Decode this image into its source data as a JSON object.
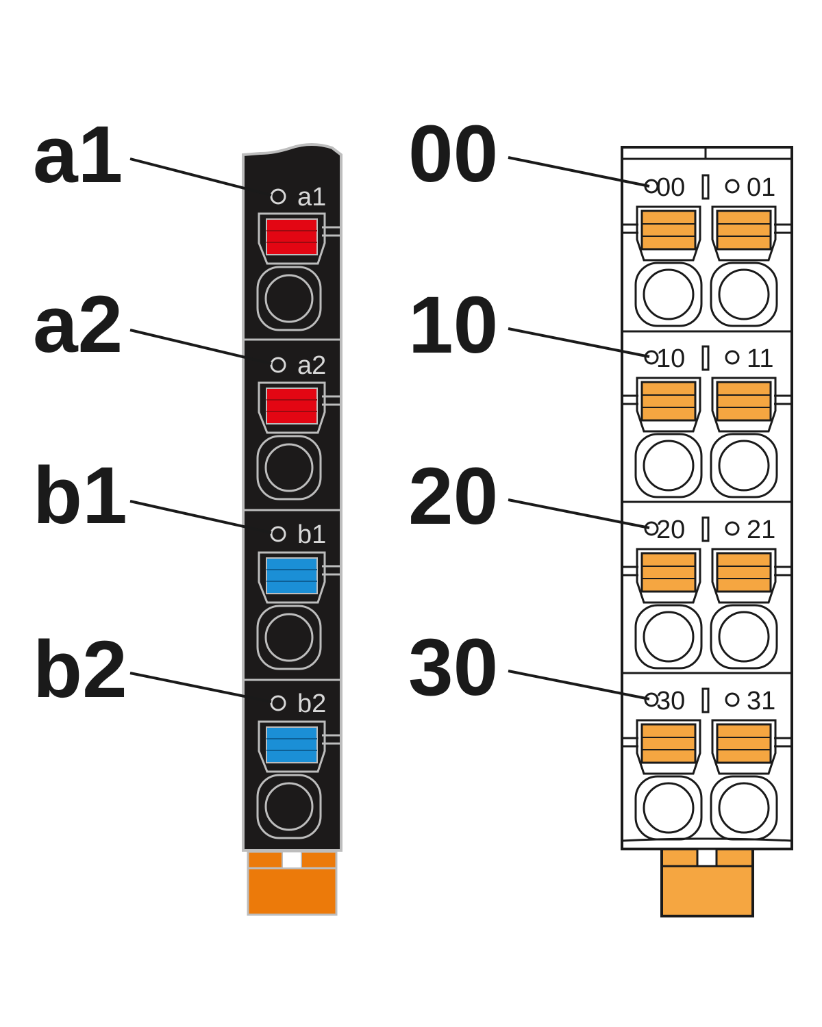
{
  "left_module": {
    "callouts": [
      {
        "label": "a1",
        "marking": "a1",
        "color": "#e30613"
      },
      {
        "label": "a2",
        "marking": "a2",
        "color": "#e30613"
      },
      {
        "label": "b1",
        "marking": "b1",
        "color": "#1b8fd6"
      },
      {
        "label": "b2",
        "marking": "b2",
        "color": "#1b8fd6"
      }
    ],
    "body_color": "#1c1a1a",
    "foot_color": "#ec7a0a"
  },
  "right_module": {
    "callouts": [
      {
        "label": "00",
        "left_marking": "00",
        "right_marking": "01"
      },
      {
        "label": "10",
        "left_marking": "10",
        "right_marking": "11"
      },
      {
        "label": "20",
        "left_marking": "20",
        "right_marking": "21"
      },
      {
        "label": "30",
        "left_marking": "30",
        "right_marking": "31"
      }
    ],
    "body_color": "#ffffff",
    "lever_color": "#f5a641"
  }
}
